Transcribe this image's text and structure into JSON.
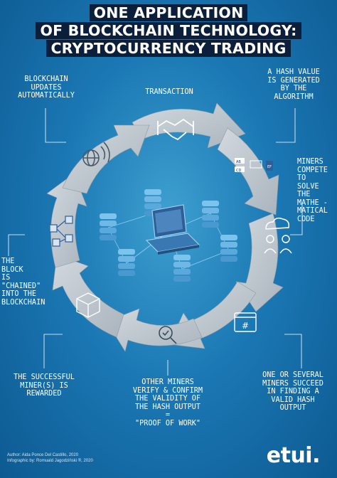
{
  "title": {
    "line1": "ONE APPLICATION",
    "line2": "OF BLOCKCHAIN TECHNOLOGY:",
    "line3": "CRYPTOCURRENCY TRADING"
  },
  "steps": {
    "transaction": "TRANSACTION",
    "hash_generated": "A HASH VALUE\nIS GENERATED\nBY THE\nALGORITHM",
    "miners_compete": "MINERS\nCOMPETE\nTO\nSOLVE\nTHE\nMATHE -\nMATICAL\nCODE",
    "miners_succeed": "ONE OR SEVERAL\nMINERS SUCCEED\nIN FINDING A\nVALID HASH\nOUTPUT",
    "verify_confirm": "OTHER MINERS\nVERIFY & CONFIRM\nTHE VALIDITY OF\nTHE HASH OUTPUT\n=\n\"PROOF OF WORK\"",
    "rewarded": "THE SUCCESSFUL\nMINER(S) IS\nREWARDED",
    "chained": "THE\nBLOCK\nIS\n\"CHAINED\"\nINTO THE\nBLOCKCHAIN",
    "updates": "BLOCKCHAIN\nUPDATES\nAUTOMATICALLY"
  },
  "icons": {
    "hash_labels": [
      "AB",
      "CD",
      "EF"
    ],
    "hash_symbol": "#"
  },
  "credits": {
    "author": "Author: Aida Ponce Del Castillo, 2020",
    "infographic": "Infographic by: Romuald Jagodziński ®, 2020"
  },
  "logo": "etui.",
  "colors": {
    "background": "#1b78b4",
    "title_bg": "#0c1f3a",
    "arrow": "#c4ccd3",
    "server": "#6fb8e6"
  }
}
